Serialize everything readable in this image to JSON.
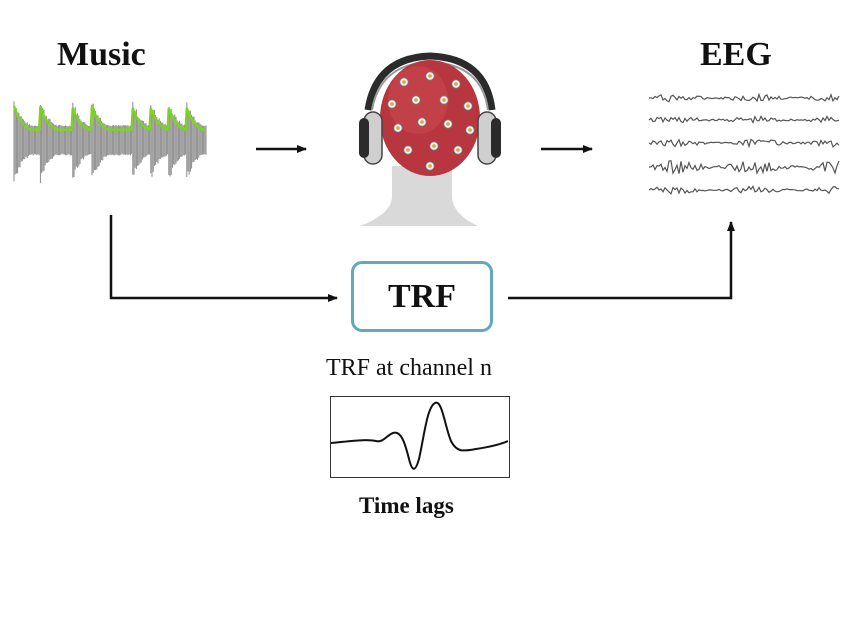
{
  "diagram": {
    "music_label": "Music",
    "eeg_label": "EEG",
    "trf_box_label": "TRF",
    "trf_caption": "TRF at channel n",
    "time_lags_label": "Time lags"
  },
  "colors": {
    "envelope_green": "#7ed321",
    "waveform_gray": "#8a8a8a",
    "trf_box_border": "#63a9b8",
    "cap_red": "#b7363f",
    "arrow": "#111111"
  },
  "icons": [
    "music-waveform-icon",
    "eeg-head-with-headphones-icon",
    "eeg-traces-icon"
  ]
}
